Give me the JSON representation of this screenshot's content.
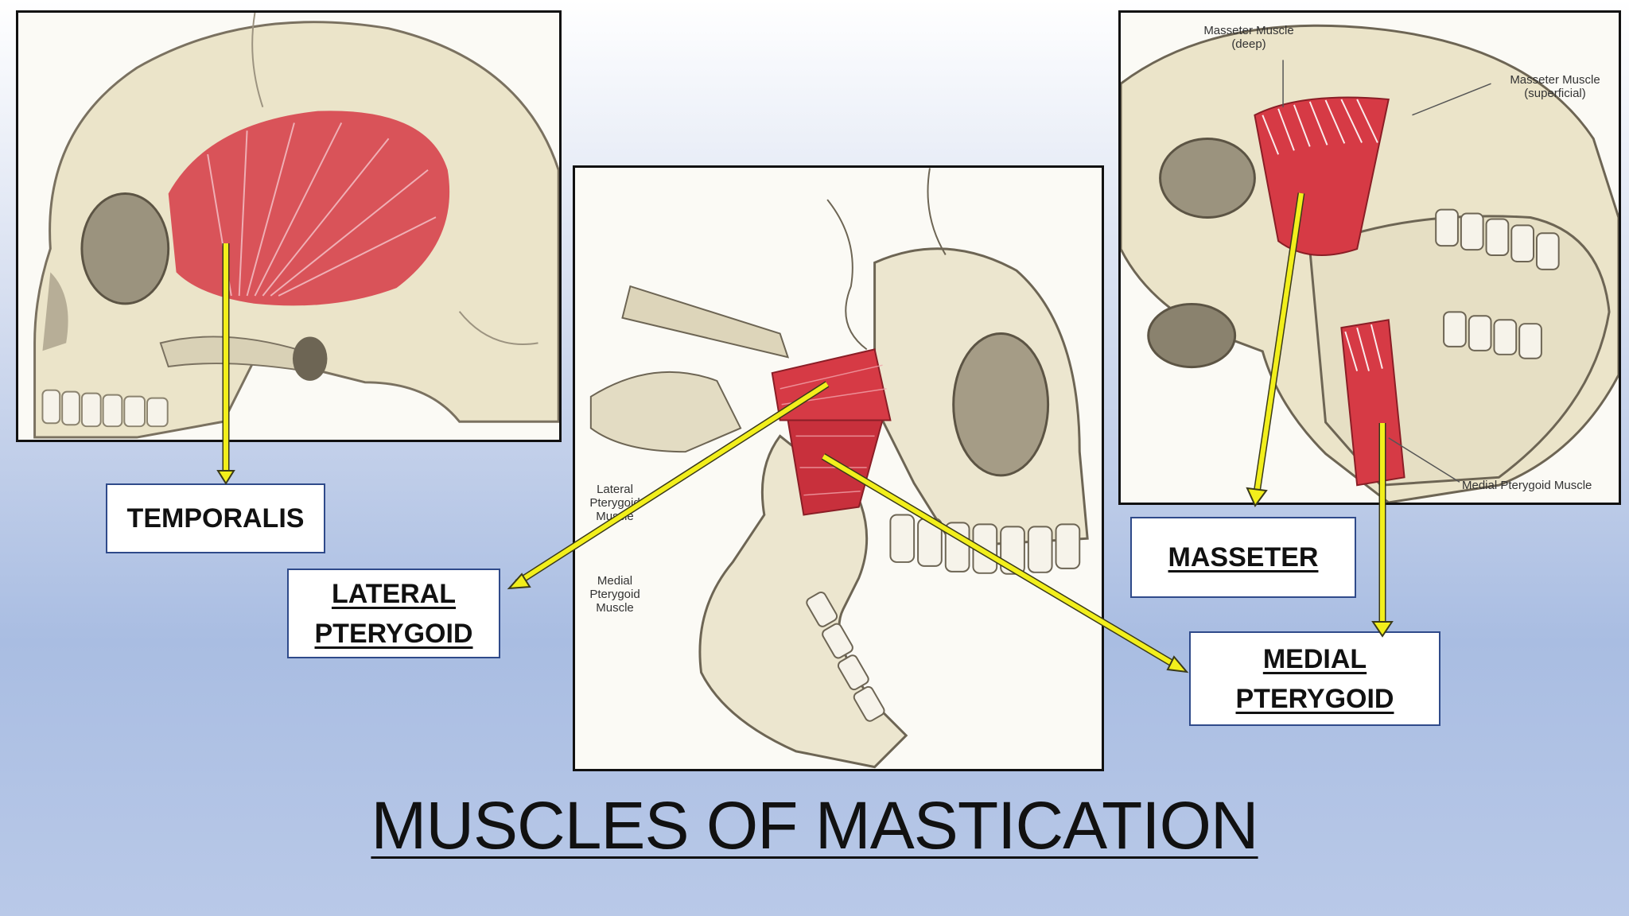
{
  "slide": {
    "title": "MUSCLES OF MASTICATION"
  },
  "labels": {
    "temporalis": "TEMPORALIS",
    "lateral_line1": "LATERAL",
    "lateral_line2": "PTERYGOID",
    "masseter": "MASSETER",
    "medial_line1": "MEDIAL",
    "medial_line2": "PTERYGOID"
  },
  "annotations": {
    "masseter_deep": "Masseter Muscle (deep)",
    "masseter_superficial": "Masseter Muscle (superficial)",
    "medial_pterygoid_muscle": "Medial Pterygoid Muscle",
    "lateral_pterygoid_muscle": "Lateral Pterygoid Muscle",
    "medial_pterygoid_muscle_center": "Medial Pterygoid Muscle"
  },
  "colors": {
    "arrow": "#f2ef1c",
    "muscle": "#d63a45",
    "bone": "#ece6cf",
    "box_border": "#2f4a8a"
  }
}
